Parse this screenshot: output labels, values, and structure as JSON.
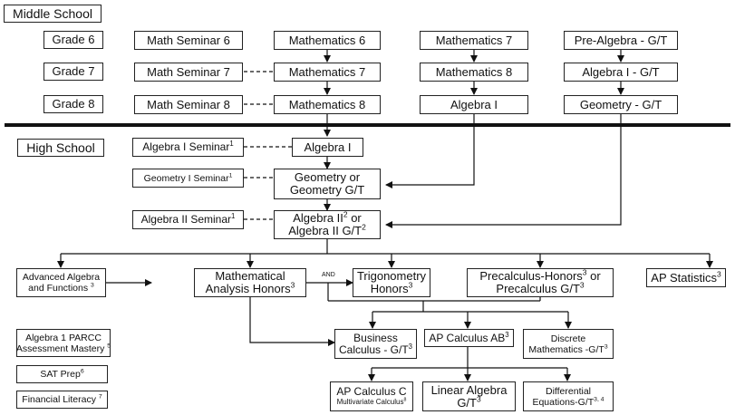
{
  "sections": {
    "middle_school": "Middle School",
    "high_school": "High School"
  },
  "grades": [
    "Grade 6",
    "Grade 7",
    "Grade 8"
  ],
  "and_label": "AND",
  "courses": {
    "math_seminar_6": "Math Seminar 6",
    "math_seminar_7": "Math Seminar 7",
    "math_seminar_8": "Math Seminar 8",
    "mathematics_6": "Mathematics 6",
    "mathematics_7_a": "Mathematics 7",
    "mathematics_8_a": "Mathematics 8",
    "mathematics_7_b": "Mathematics 7",
    "mathematics_8_b": "Mathematics 8",
    "algebra_1_ms": "Algebra I",
    "pre_algebra_gt": "Pre-Algebra - G/T",
    "algebra_1_gt": "Algebra I - G/T",
    "geometry_gt": "Geometry - G/T",
    "algebra_1_seminar": "Algebra I Seminar",
    "algebra_1_seminar_sup": "1",
    "algebra_1_hs": "Algebra I",
    "geometry_1_seminar": "Geometry I Seminar",
    "geometry_1_seminar_sup": "1",
    "geometry_line1": "Geometry or",
    "geometry_line2": "Geometry G/T",
    "algebra_2_seminar": "Algebra II Seminar",
    "algebra_2_seminar_sup": "1",
    "algebra_2_line1": "Algebra II",
    "algebra_2_line1_sup": "2",
    "algebra_2_line1_end": " or",
    "algebra_2_line2": "Algebra II G/T",
    "algebra_2_line2_sup": "2",
    "adv_algebra_line1": "Advanced Algebra",
    "adv_algebra_line2": "and Functions ",
    "adv_algebra_sup": "3",
    "math_analysis_line1": "Mathematical",
    "math_analysis_line2": "Analysis Honors",
    "math_analysis_sup": "3",
    "trig_line1": "Trigonometry",
    "trig_line2": "Honors",
    "trig_sup": "3",
    "precalc_line1": "Precalculus-Honors",
    "precalc_line1_sup": "3",
    "precalc_line1_end": " or",
    "precalc_line2": "Precalculus G/T",
    "precalc_line2_sup": "3",
    "ap_stats": "AP Statistics",
    "ap_stats_sup": "3",
    "parcc_line1": "Algebra 1 PARCC",
    "parcc_line2": "Assessment Mastery ",
    "parcc_sup": "5",
    "sat_prep": "SAT Prep",
    "sat_prep_sup": "6",
    "financial_literacy": "Financial Literacy ",
    "financial_literacy_sup": "7",
    "business_calc_line1": "Business",
    "business_calc_line2": "Calculus - G/T",
    "business_calc_sup": "3",
    "ap_calc_ab": "AP Calculus AB",
    "ap_calc_ab_sup": "3",
    "discrete_line1": "Discrete",
    "discrete_line2": "Mathematics -G/T",
    "discrete_sup": "3",
    "ap_calc_c_line1": "AP Calculus C",
    "ap_calc_c_line2": "Multivariate Calculus",
    "ap_calc_c_sup": "8",
    "linear_algebra_line1": "Linear Algebra",
    "linear_algebra_line2": "G/T",
    "linear_algebra_sup": "3",
    "diffeq_line1": "Differential",
    "diffeq_line2": "Equations-G/T",
    "diffeq_sup": "3, 4"
  }
}
